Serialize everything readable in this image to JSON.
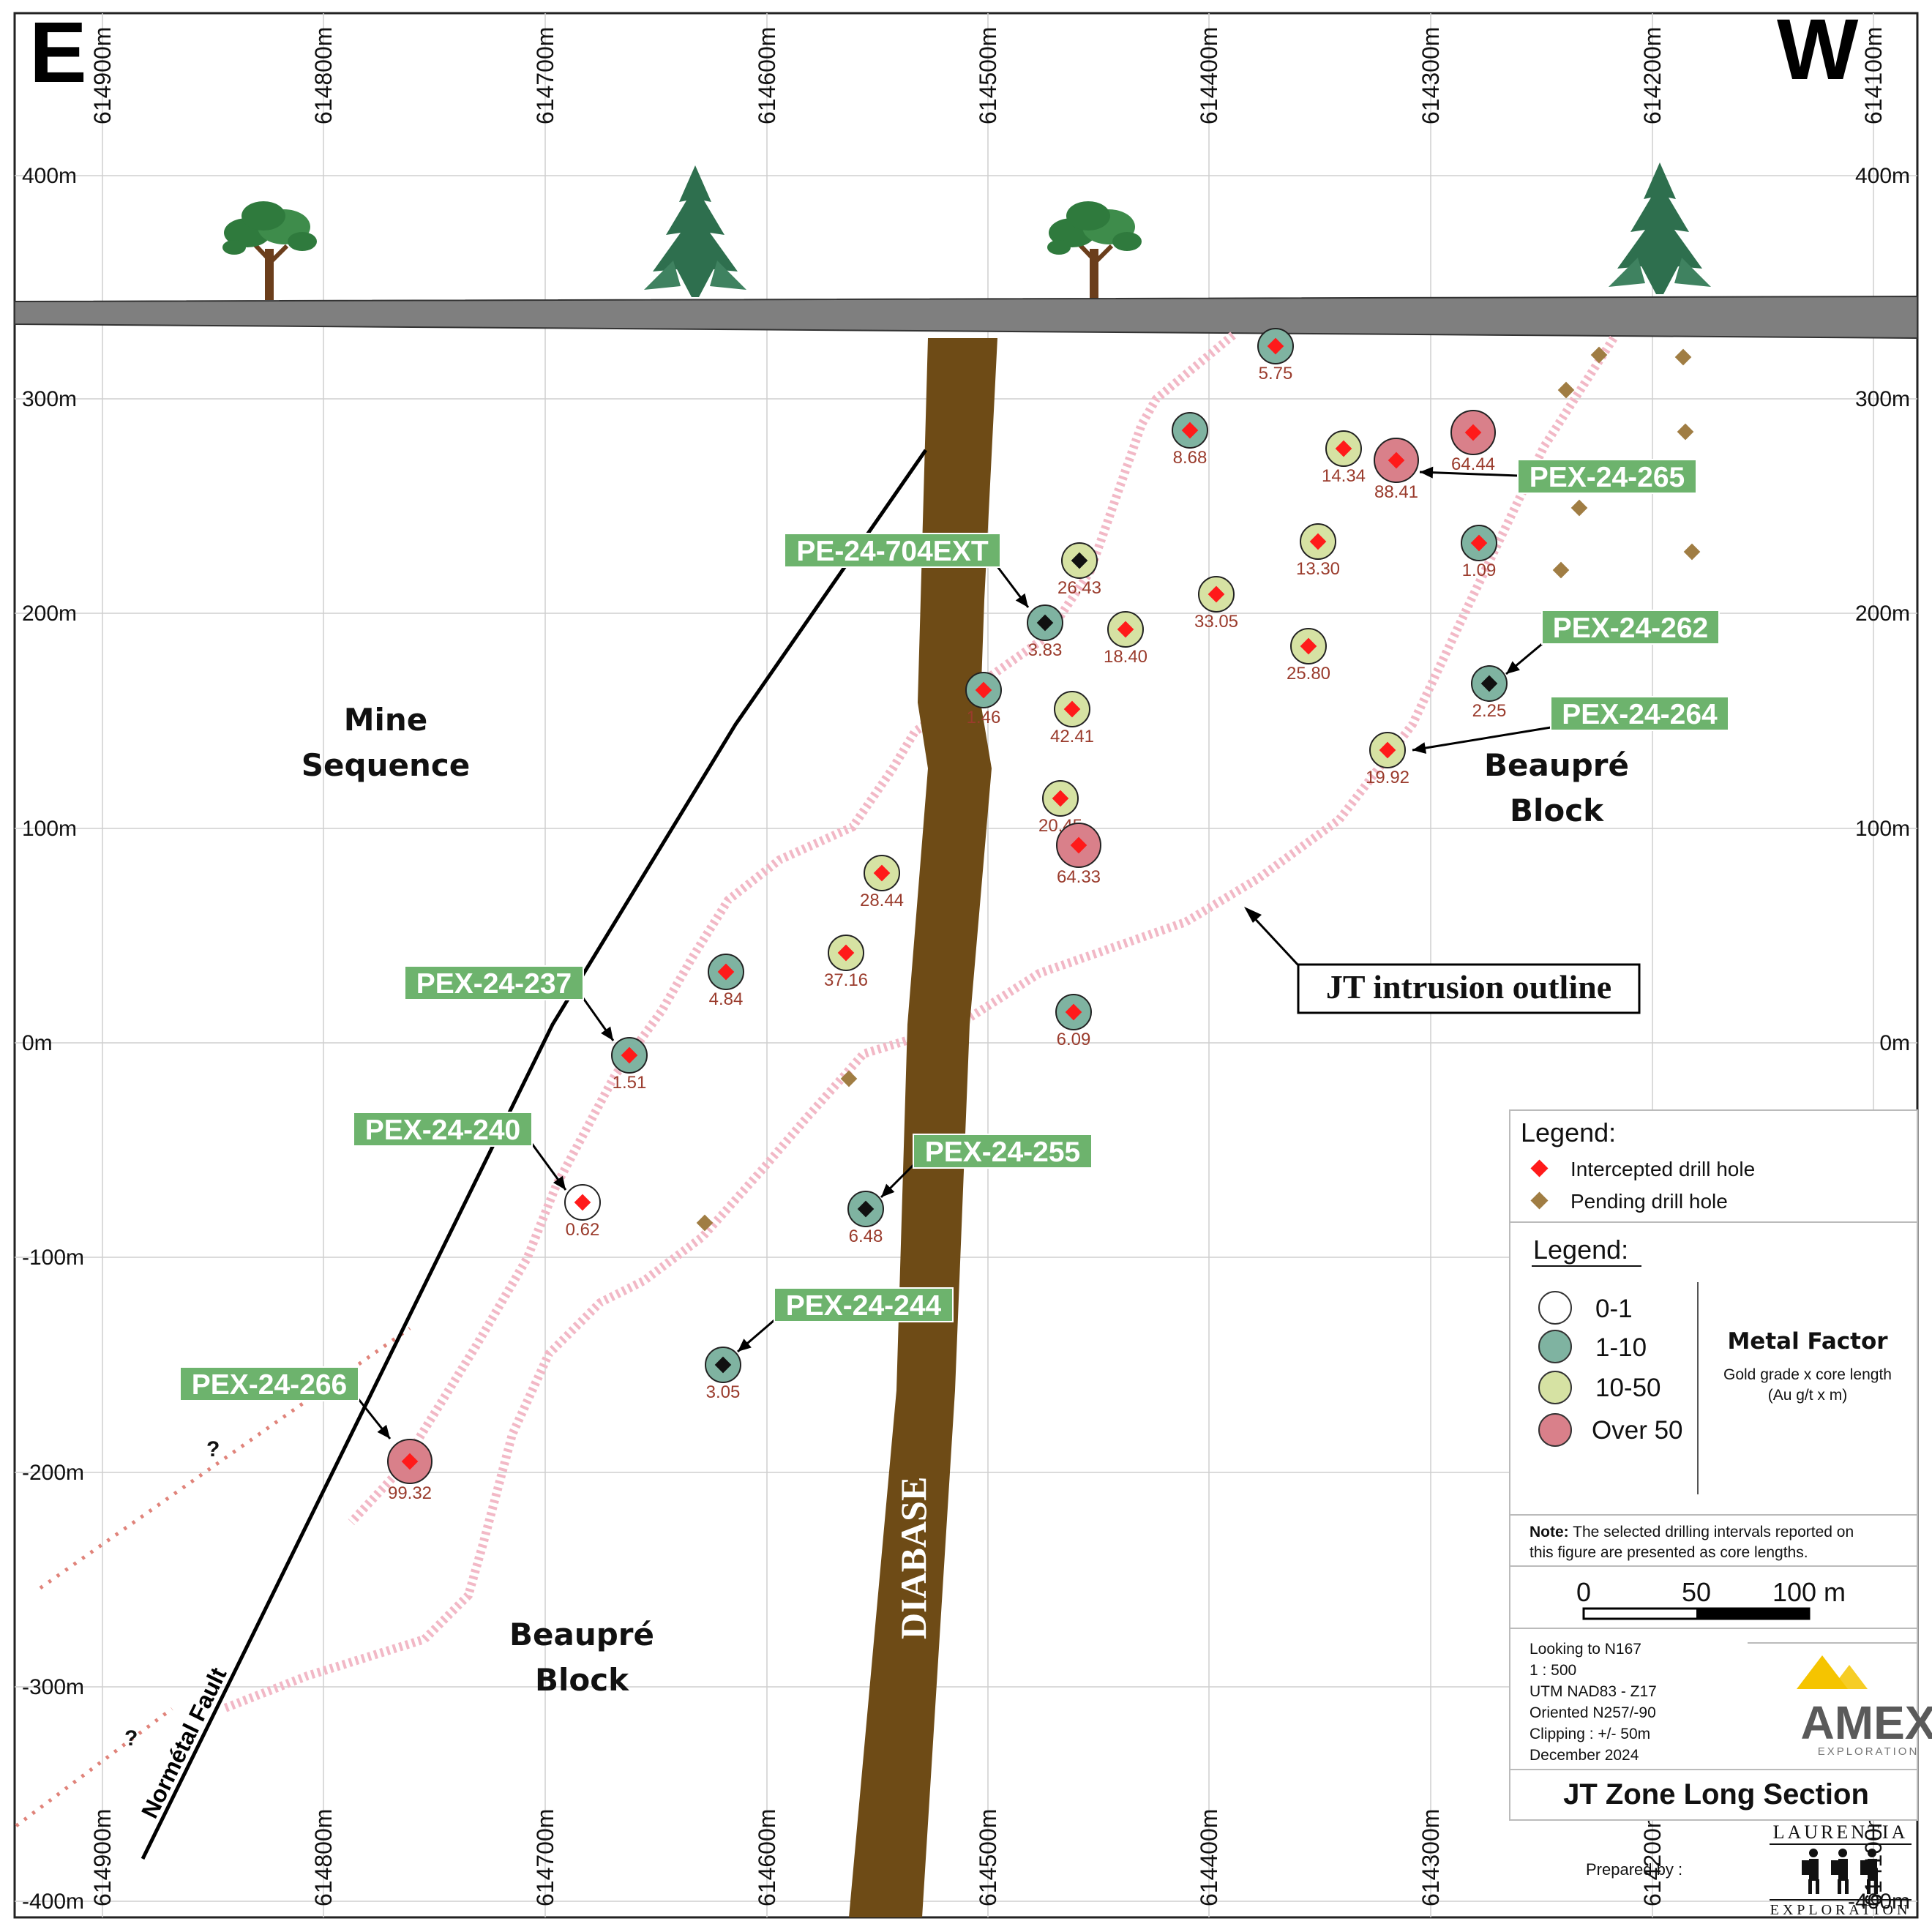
{
  "directions": {
    "left": "E",
    "right": "W"
  },
  "easting_labels": [
    "614900m",
    "614800m",
    "614700m",
    "614600m",
    "614500m",
    "614400m",
    "614300m",
    "614200m",
    "614100m"
  ],
  "elevation_labels": [
    "400m",
    "300m",
    "200m",
    "100m",
    "0m",
    "-100m",
    "-200m",
    "-300m",
    "-400m"
  ],
  "regions": {
    "mine_sequence": [
      "Mine",
      "Sequence"
    ],
    "beaupre_right": [
      "Beaupré",
      "Block"
    ],
    "beaupre_lower": [
      "Beaupré",
      "Block"
    ],
    "diabase": "DIABASE",
    "fault": "Normétal Fault",
    "question_mark": "?",
    "intrusion_label": "JT intrusion outline"
  },
  "drill_holes": [
    {
      "value": "5.75",
      "cls": "1-10",
      "marker": "red"
    },
    {
      "value": "8.68",
      "cls": "1-10",
      "marker": "red"
    },
    {
      "value": "14.34",
      "cls": "10-50",
      "marker": "red"
    },
    {
      "value": "88.41",
      "cls": "over50",
      "marker": "red"
    },
    {
      "value": "64.44",
      "cls": "over50",
      "marker": "red"
    },
    {
      "value": "13.30",
      "cls": "10-50",
      "marker": "red"
    },
    {
      "value": "1.09",
      "cls": "1-10",
      "marker": "red"
    },
    {
      "value": "26.43",
      "cls": "10-50",
      "marker": "black"
    },
    {
      "value": "3.83",
      "cls": "1-10",
      "marker": "black"
    },
    {
      "value": "18.40",
      "cls": "10-50",
      "marker": "red"
    },
    {
      "value": "33.05",
      "cls": "10-50",
      "marker": "red"
    },
    {
      "value": "25.80",
      "cls": "10-50",
      "marker": "red"
    },
    {
      "value": "2.25",
      "cls": "1-10",
      "marker": "black"
    },
    {
      "value": "1.46",
      "cls": "1-10",
      "marker": "red"
    },
    {
      "value": "42.41",
      "cls": "10-50",
      "marker": "red"
    },
    {
      "value": "19.92",
      "cls": "10-50",
      "marker": "red"
    },
    {
      "value": "20.45",
      "cls": "10-50",
      "marker": "red"
    },
    {
      "value": "64.33",
      "cls": "over50",
      "marker": "red"
    },
    {
      "value": "28.44",
      "cls": "10-50",
      "marker": "red"
    },
    {
      "value": "4.84",
      "cls": "1-10",
      "marker": "red"
    },
    {
      "value": "37.16",
      "cls": "10-50",
      "marker": "red"
    },
    {
      "value": "6.09",
      "cls": "1-10",
      "marker": "red"
    },
    {
      "value": "1.51",
      "cls": "1-10",
      "marker": "red"
    },
    {
      "value": "0.62",
      "cls": "0-1",
      "marker": "red"
    },
    {
      "value": "6.48",
      "cls": "1-10",
      "marker": "black"
    },
    {
      "value": "3.05",
      "cls": "1-10",
      "marker": "black"
    },
    {
      "value": "99.32",
      "cls": "over50",
      "marker": "red"
    }
  ],
  "hole_labels": [
    "PEX-24-265",
    "PE-24-704EXT",
    "PEX-24-262",
    "PEX-24-264",
    "PEX-24-237",
    "PEX-24-240",
    "PEX-24-255",
    "PEX-24-244",
    "PEX-24-266"
  ],
  "legend1": {
    "title": "Legend:",
    "items": [
      "Intercepted drill hole",
      "Pending drill hole"
    ]
  },
  "legend2": {
    "title": "Legend:",
    "classes": [
      "0-1",
      "1-10",
      "10-50",
      "Over 50"
    ],
    "metal_factor_title": "Metal Factor",
    "metal_factor_desc": [
      "Gold grade x core length",
      "(Au g/t x m)"
    ]
  },
  "note": {
    "bold": "Note:",
    "lines": [
      " The selected drilling intervals reported on",
      "this figure are presented  as core lengths."
    ]
  },
  "scale": {
    "labels": [
      "0",
      "50",
      "100 m"
    ]
  },
  "info": [
    "Looking to N167",
    "1 : 500",
    "UTM NAD83 - Z17",
    "Oriented N257/-90",
    "Clipping : +/- 50m",
    "December 2024"
  ],
  "logo": {
    "name": "AMEX",
    "sub": "EXPLORATION"
  },
  "section_title": "JT Zone Long Section",
  "prepared_by": "Prepared by :",
  "laurentia": {
    "top": "LAURENTIA",
    "bottom": "EXPLORATION"
  },
  "colors": {
    "class_0_1": "#ffffff",
    "class_1_10": "#7fb3a1",
    "class_10_50": "#d6e2a3",
    "class_over_50": "#d9808a",
    "intercept_marker": "#ff1a1a",
    "pending_marker": "#a07d43",
    "label_bg": "#6db36d",
    "diabase": "#6e4b16",
    "ground": "#7f7f7f",
    "intrusion_outline": "#f2b8c6",
    "dotted_line": "#e0837a"
  }
}
